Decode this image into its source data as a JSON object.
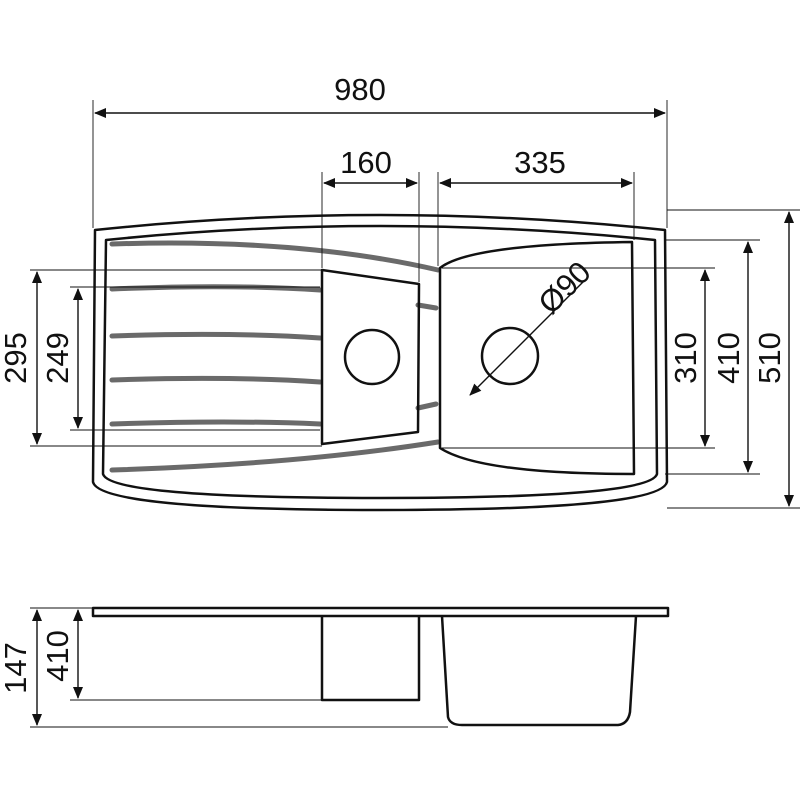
{
  "drawing": {
    "overall_width": "980",
    "small_bowl_width": "160",
    "large_bowl_width": "335",
    "drain_diameter": "Ø90",
    "small_bowl_length": "295",
    "small_bowl_inner_length": "249",
    "large_bowl_length": "310",
    "bowl_area_length": "410",
    "overall_depth": "510",
    "side_total_height": "147",
    "side_bowl_depth": "410"
  }
}
